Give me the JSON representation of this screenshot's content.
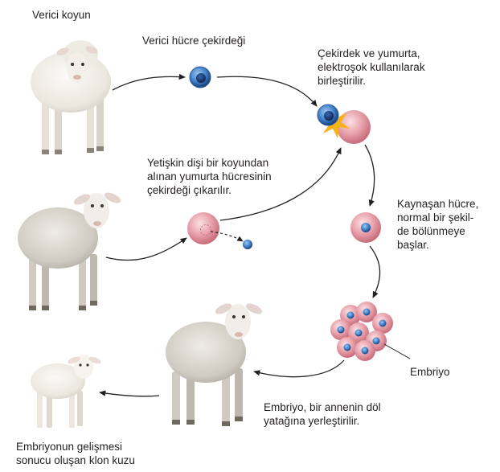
{
  "labels": {
    "donor_sheep": "Verici koyun",
    "donor_nucleus": "Verici hücre çekirdeği",
    "fusion": [
      "Çekirdek ve yumurta,",
      "elektroşok kullanılarak",
      "birleştirilir."
    ],
    "egg_enucleation": [
      "Yetişkin dişi bir koyundan",
      "alınan yumurta hücresinin",
      "çekirdeği çıkarılır."
    ],
    "division": [
      "Kaynaşan hücre,",
      "normal bir şekil-",
      "de bölünmeye",
      "başlar."
    ],
    "embryo": "Embriyo",
    "implant": [
      "Embriyo, bir annenin döl",
      "yatağına yerleştirilir."
    ],
    "clone": [
      "Embriyonun gelişmesi",
      "sonucu oluşan klon kuzu"
    ]
  },
  "icons": {
    "donor_sheep": "sheep-icon",
    "egg_sheep": "sheep-icon",
    "surrogate_sheep": "sheep-icon",
    "clone_lamb": "lamb-icon"
  },
  "colors": {
    "cell_pink": "#e8a2ac",
    "cell_pink_dark": "#c86c7a",
    "nucleus_blue": "#3d7fc8",
    "nucleus_dark": "#1b3f78",
    "spark": "#f6b21a",
    "arrow": "#231f20"
  }
}
